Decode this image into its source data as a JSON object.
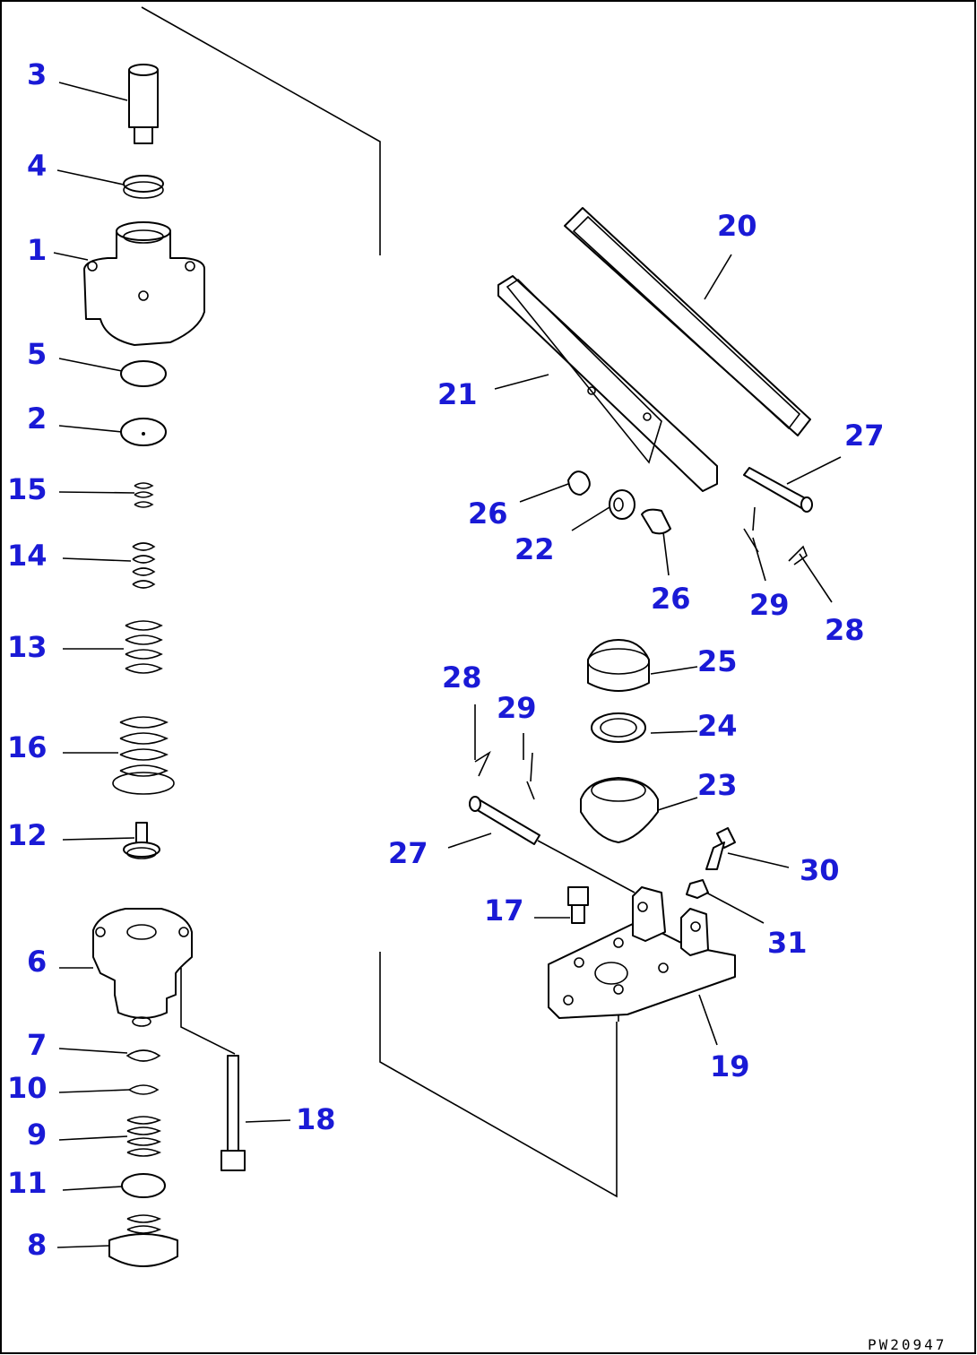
{
  "drawing_code": "PW20947",
  "callouts": [
    "1",
    "2",
    "3",
    "4",
    "5",
    "6",
    "7",
    "8",
    "9",
    "10",
    "11",
    "12",
    "13",
    "14",
    "15",
    "16",
    "17",
    "18",
    "19",
    "20",
    "21",
    "22",
    "23",
    "24",
    "25",
    "26",
    "26",
    "27",
    "27",
    "28",
    "28",
    "29",
    "29",
    "30",
    "31"
  ],
  "colors": {
    "label": "#1a1ad6",
    "line": "#000000",
    "background": "#ffffff"
  }
}
